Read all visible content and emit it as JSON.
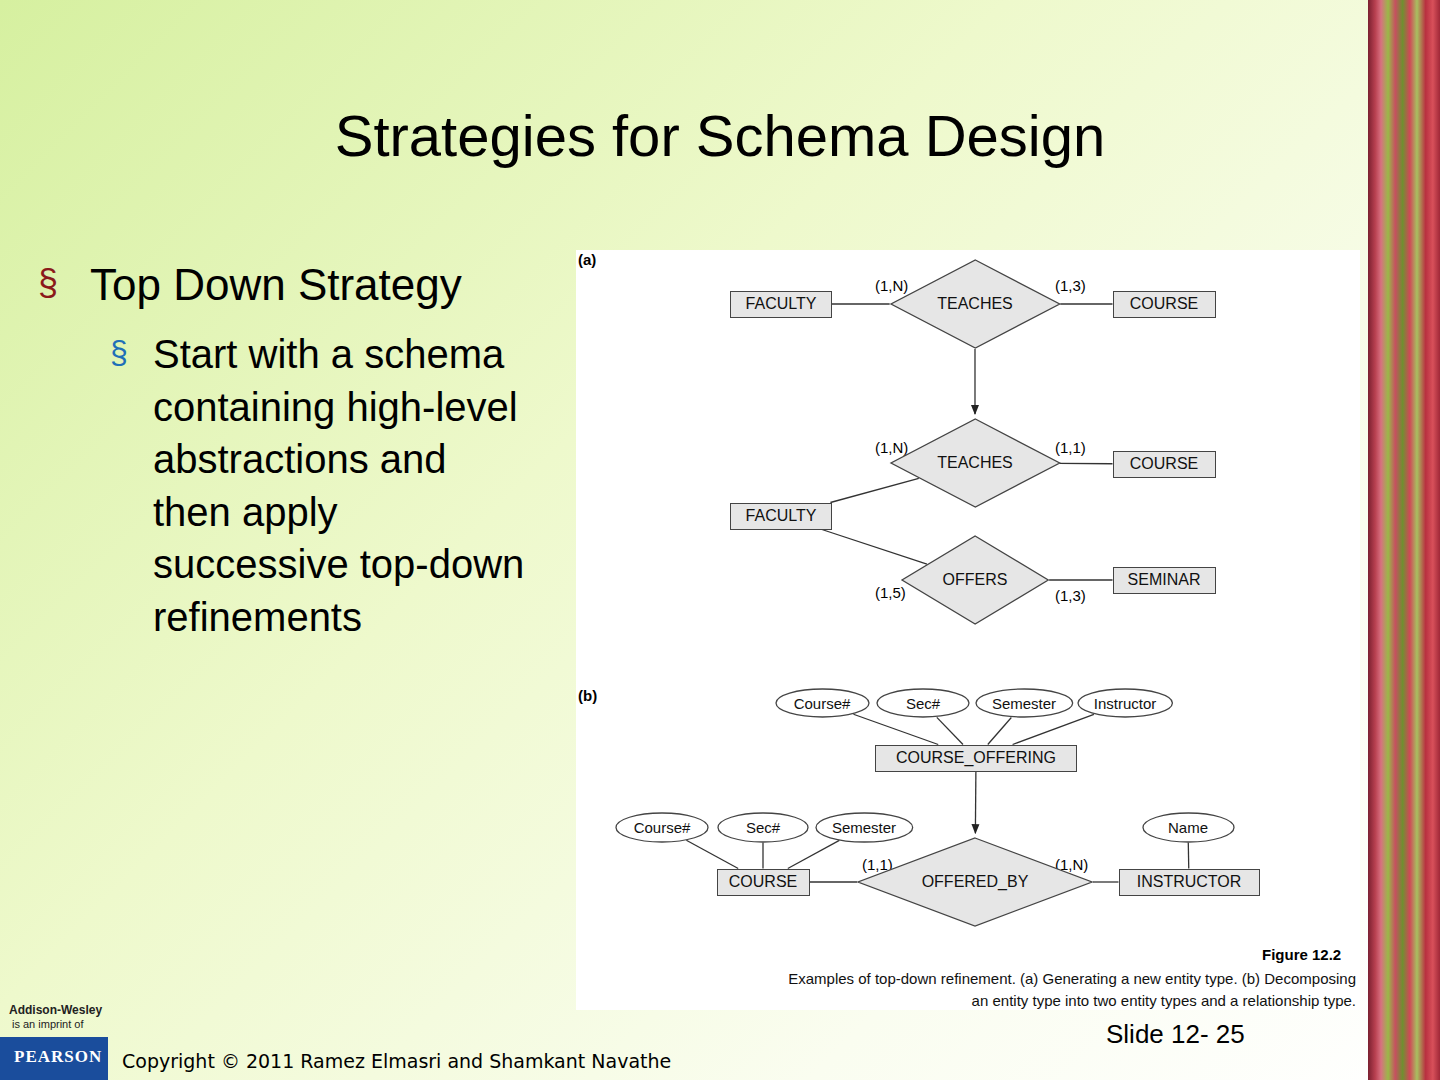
{
  "diagram": {
    "title": "Strategies for Schema Design",
    "caption": "Examples of top-down refinement. (a) Generating a new entity type. (b) Decomposing an entity type into two entity types and a relationship type.",
    "nodes": [
      {
        "text": [
          "FACULTY"
        ]
      },
      {
        "text": [
          "TEACHES"
        ]
      },
      {
        "text": [
          "COURSE"
        ]
      },
      {
        "text": [
          "TEACHES"
        ]
      },
      {
        "text": [
          "COURSE"
        ]
      },
      {
        "text": [
          "FACULTY"
        ]
      },
      {
        "text": [
          "OFFERS"
        ]
      },
      {
        "text": [
          "SEMINAR"
        ]
      },
      {
        "text": [
          "Course#"
        ]
      },
      {
        "text": [
          "Sec#"
        ]
      },
      {
        "text": [
          "Semester"
        ]
      },
      {
        "text": [
          "Instructor"
        ]
      },
      {
        "text": [
          "COURSE_OFFERING"
        ]
      },
      {
        "text": [
          "Course#"
        ]
      },
      {
        "text": [
          "Sec#"
        ]
      },
      {
        "text": [
          "Semester"
        ]
      },
      {
        "text": [
          "Name"
        ]
      },
      {
        "text": [
          "COURSE"
        ]
      },
      {
        "text": [
          "OFFERED_BY"
        ]
      },
      {
        "text": [
          "INSTRUCTOR"
        ]
      }
    ],
    "edges": [
      {
        "from": 0,
        "to": 1,
        "arrow": "none"
      },
      {
        "from": 1,
        "to": 2,
        "arrow": "none"
      },
      {
        "from": 1,
        "to": 3,
        "arrow": "to"
      },
      {
        "from": 5,
        "to": 3,
        "arrow": "none"
      },
      {
        "from": 3,
        "to": 4,
        "arrow": "none"
      },
      {
        "from": 5,
        "to": 6,
        "arrow": "none"
      },
      {
        "from": 6,
        "to": 7,
        "arrow": "none"
      },
      {
        "from": 8,
        "to": 12,
        "arrow": "none"
      },
      {
        "from": 9,
        "to": 12,
        "arrow": "none"
      },
      {
        "from": 10,
        "to": 12,
        "arrow": "none"
      },
      {
        "from": 11,
        "to": 12,
        "arrow": "none"
      },
      {
        "from": 12,
        "to": 18,
        "arrow": "to"
      },
      {
        "from": 13,
        "to": 17,
        "arrow": "none"
      },
      {
        "from": 14,
        "to": 17,
        "arrow": "none"
      },
      {
        "from": 15,
        "to": 17,
        "arrow": "none"
      },
      {
        "from": 16,
        "to": 19,
        "arrow": "none"
      },
      {
        "from": 17,
        "to": 18,
        "arrow": "none"
      },
      {
        "from": 18,
        "to": 19,
        "arrow": "none"
      }
    ],
    "labels": [
      "§",
      "Top Down Strategy",
      "§",
      "Start with a schema containing high-level abstractions and then apply successive top-down refinements",
      "(a)",
      "(1,N)",
      "(1,3)",
      "(1,N)",
      "(1,1)",
      "(1,5)",
      "(1,3)",
      "(b)",
      "(1,1)",
      "(1,N)",
      "Figure 12.2",
      "Addison-Wesley",
      "is an imprint of",
      "PEARSON",
      "Copyright © 2011 Ramez Elmasri and Shamkant Navathe",
      "Slide 12- 25"
    ]
  }
}
